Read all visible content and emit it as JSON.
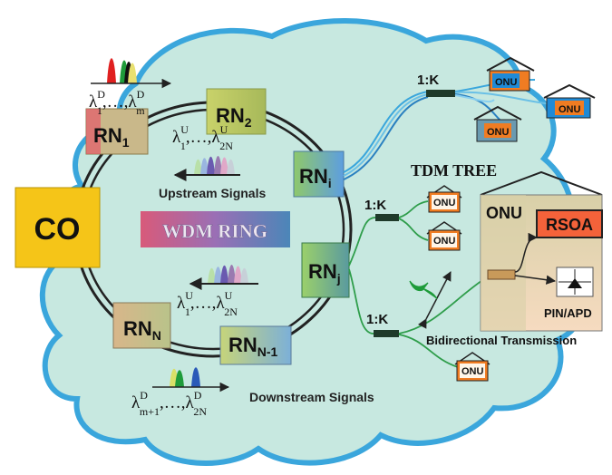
{
  "nodes": {
    "co": "CO",
    "rn1": {
      "base": "RN",
      "sub": "1"
    },
    "rn2": {
      "base": "RN",
      "sub": "2"
    },
    "rni": {
      "base": "RN",
      "sub": "i"
    },
    "rnj": {
      "base": "RN",
      "sub": "j"
    },
    "rnn": {
      "base": "RN",
      "sub": "N"
    },
    "rnn1": {
      "base": "RN",
      "sub": "N-1"
    }
  },
  "ring_label": "WDM RING",
  "tdm_tree_label": "TDM TREE",
  "splitter_label": "1:K",
  "onu_label": "ONU",
  "rsoa_label": "RSOA",
  "detector_label": "PIN/APD",
  "upstream_signals": "Upstream Signals",
  "downstream_signals": "Downstream Signals",
  "bidirectional": "Bidirectional Transmission",
  "wavelengths": {
    "symbol": "λ",
    "dots": ",…,",
    "top": {
      "sup": "D",
      "sub1": "1",
      "sub2": "m"
    },
    "upper_up": {
      "sup": "U",
      "sub1": "1",
      "sub2": "2N"
    },
    "lower_up": {
      "sup": "U",
      "sub1": "1",
      "sub2": "2N"
    },
    "bottom": {
      "sup": "D",
      "sub1": "m+1",
      "sub2": "2N"
    }
  },
  "colors": {
    "cloud_fill": "#c7e8e0",
    "cloud_stroke": "#3aa6dc",
    "co_fill": "#f5c518",
    "onu_fill": "#f07c22",
    "onu_blue": "#1f8ad6",
    "rsoa_fill": "#f4623a",
    "fiber_green": "#2e9d4a"
  }
}
